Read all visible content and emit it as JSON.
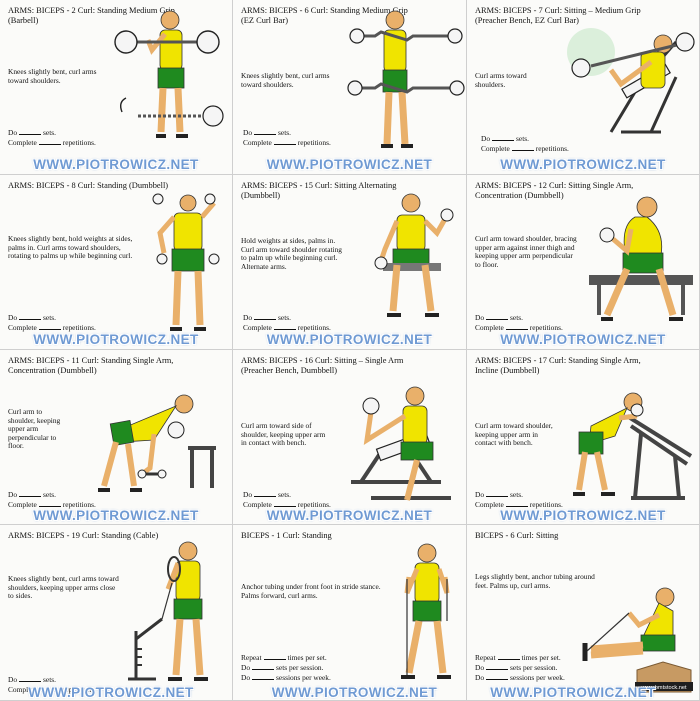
{
  "watermark": "WWW.PIOTROWICZ.NET",
  "stamp_text": "www.bmtstock.net",
  "colors": {
    "shirt": "#f0e400",
    "shorts": "#1f8a1f",
    "skin": "#e9b06a",
    "watermark": "#6f9ad3"
  },
  "cards": [
    {
      "title": "ARMS: BICEPS - 2  Curl: Standing Medium Grip (Barbell)",
      "desc": "Knees slightly bent, curl arms toward shoulders.",
      "line1_pre": "Do",
      "line1_post": "sets.",
      "line2_pre": "Complete",
      "line2_post": "repetitions."
    },
    {
      "title": "ARMS: BICEPS - 6  Curl: Standing Medium Grip (EZ Curl Bar)",
      "desc": "Knees slightly bent, curl arms toward shoulders.",
      "line1_pre": "Do",
      "line1_post": "sets.",
      "line2_pre": "Complete",
      "line2_post": "repetitions."
    },
    {
      "title": "ARMS: BICEPS - 7  Curl: Sitting – Medium Grip (Preacher Bench, EZ Curl Bar)",
      "desc": "Curl arms toward shoulders.",
      "line1_pre": "Do",
      "line1_post": "sets.",
      "line2_pre": "Complete",
      "line2_post": "repetitions."
    },
    {
      "title": "ARMS: BICEPS - 8  Curl: Standing (Dumbbell)",
      "desc": "Knees slightly bent, hold weights at sides, palms in. Curl arms toward shoulders, rotating to palms up while beginning curl.",
      "line1_pre": "Do",
      "line1_post": "sets.",
      "line2_pre": "Complete",
      "line2_post": "repetitions."
    },
    {
      "title": "ARMS: BICEPS - 15  Curl: Sitting Alternating (Dumbbell)",
      "desc": "Hold weights at sides, palms in. Curl arm toward shoulder rotating to palm up while beginning curl. Alternate arms.",
      "line1_pre": "Do",
      "line1_post": "sets.",
      "line2_pre": "Complete",
      "line2_post": "repetitions."
    },
    {
      "title": "ARMS: BICEPS - 12  Curl: Sitting Single Arm, Concentration (Dumbbell)",
      "desc": "Curl arm toward shoulder, bracing upper arm against inner thigh and keeping upper arm perpendicular to floor.",
      "line1_pre": "Do",
      "line1_post": "sets.",
      "line2_pre": "Complete",
      "line2_post": "repetitions."
    },
    {
      "title": "ARMS: BICEPS - 11  Curl: Standing Single Arm, Concentration (Dumbbell)",
      "desc": "Curl arm to shoulder, keeping upper arm perpendicular to floor.",
      "line1_pre": "Do",
      "line1_post": "sets.",
      "line2_pre": "Complete",
      "line2_post": "repetitions."
    },
    {
      "title": "ARMS: BICEPS - 16  Curl: Sitting – Single Arm (Preacher Bench, Dumbbell)",
      "desc": "Curl arm toward side of shoulder, keeping upper arm in contact with bench.",
      "line1_pre": "Do",
      "line1_post": "sets.",
      "line2_pre": "Complete",
      "line2_post": "repetitions."
    },
    {
      "title": "ARMS: BICEPS - 17  Curl: Standing Single Arm, Incline (Dumbbell)",
      "desc": "Curl arm toward shoulder, keeping upper arm in contact with bench.",
      "line1_pre": "Do",
      "line1_post": "sets.",
      "line2_pre": "Complete",
      "line2_post": "repetitions."
    },
    {
      "title": "ARMS: BICEPS - 19  Curl: Standing (Cable)",
      "desc": "Knees slightly bent, curl arms toward shoulders, keeping upper arms close to sides.",
      "line1_pre": "Do",
      "line1_post": "sets.",
      "line2_pre": "Complete",
      "line2_post": "repetitions."
    },
    {
      "title": "BICEPS - 1  Curl: Standing",
      "desc": "Anchor tubing under front foot in stride stance. Palms forward, curl arms.",
      "line1_pre": "Repeat",
      "line1_post": "times per set.",
      "line2_pre": "Do",
      "line2_post": "sets per session.",
      "line3_pre": "Do",
      "line3_post": "sessions per week."
    },
    {
      "title": "BICEPS - 6  Curl: Sitting",
      "desc": "Legs slightly bent, anchor tubing around feet. Palms up, curl arms.",
      "line1_pre": "Repeat",
      "line1_post": "times per set.",
      "line2_pre": "Do",
      "line2_post": "sets per session.",
      "line3_pre": "Do",
      "line3_post": "sessions per week."
    }
  ]
}
